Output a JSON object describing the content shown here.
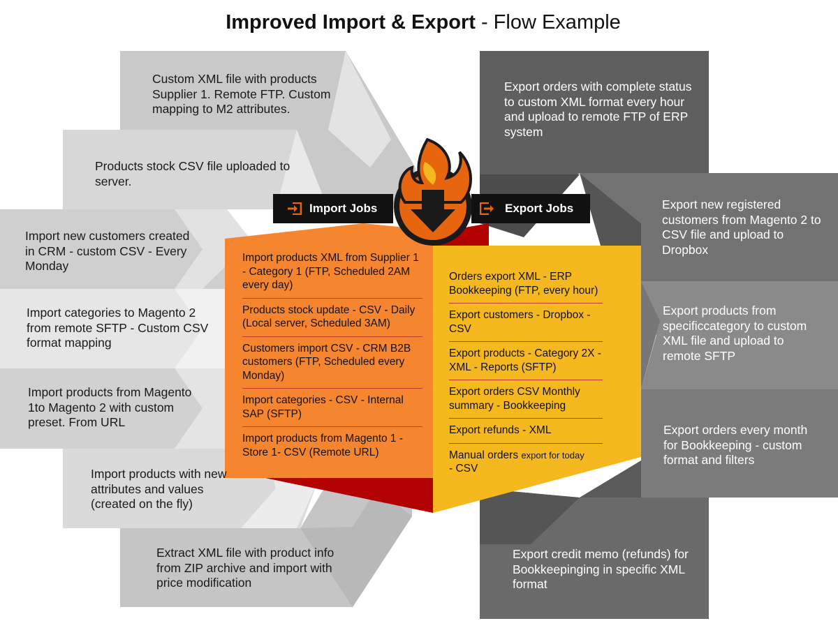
{
  "title": {
    "bold": "Improved Import & Export",
    "rest": "- Flow Example"
  },
  "import_tab": "Import Jobs",
  "export_tab": "Export Jobs",
  "import_sources": [
    "Custom XML file with products Supplier 1. Remote FTP. Custom mapping to M2 attributes.",
    "Products stock CSV file uploaded to server.",
    "Import new customers created in CRM - custom CSV - Every Monday",
    "Import categories to Magento 2 from remote SFTP - Custom CSV format mapping",
    "Import products from Magento 1to Magento 2 with custom preset. From URL",
    "Import products with new attributes and values (created on the fly)",
    "Extract XML file with product info from ZIP archive and import with price modification"
  ],
  "export_targets": [
    "Export orders with complete status to custom XML format every hour and upload to remote FTP of ERP system",
    "Export new registered customers from Magento 2 to CSV file and upload to Dropbox",
    "Export products from specificcategory to custom XML file and upload to remote SFTP",
    "Export orders every month for Bookkeeping - custom format and filters",
    "Export credit memo (refunds) for Bookkeepinging in specific XML format"
  ],
  "import_jobs": [
    "Import products XML from Supplier 1 - Category 1 (FTP, Scheduled 2AM every day)",
    "Products stock update - CSV - Daily (Local server, Scheduled 3AM)",
    "Customers import CSV - CRM B2B customers (FTP, Scheduled every Monday)",
    "Import categories - CSV - Internal SAP (SFTP)",
    "Import products from Magento 1 - Store 1- CSV (Remote URL)"
  ],
  "export_jobs": [
    "Orders export XML - ERP Bookkeeping (FTP, every hour)",
    "Export customers - Dropbox - CSV",
    "Export products - Category 2X - XML - Reports (SFTP)",
    "Export orders CSV Monthly summary - Bookkeeping",
    "Export refunds - XML"
  ],
  "export_job_last": {
    "main": "Manual orders",
    "small": "export for today",
    "tail": "- CSV"
  },
  "colors": {
    "import_box": "#f5862f",
    "export_box": "#f6b81f",
    "accent_red": "#b30000",
    "dark_gray": "#616161",
    "logo_orange": "#e8650f"
  },
  "icons": [
    "flame-logo-icon",
    "import-arrow-icon",
    "export-arrow-icon"
  ]
}
